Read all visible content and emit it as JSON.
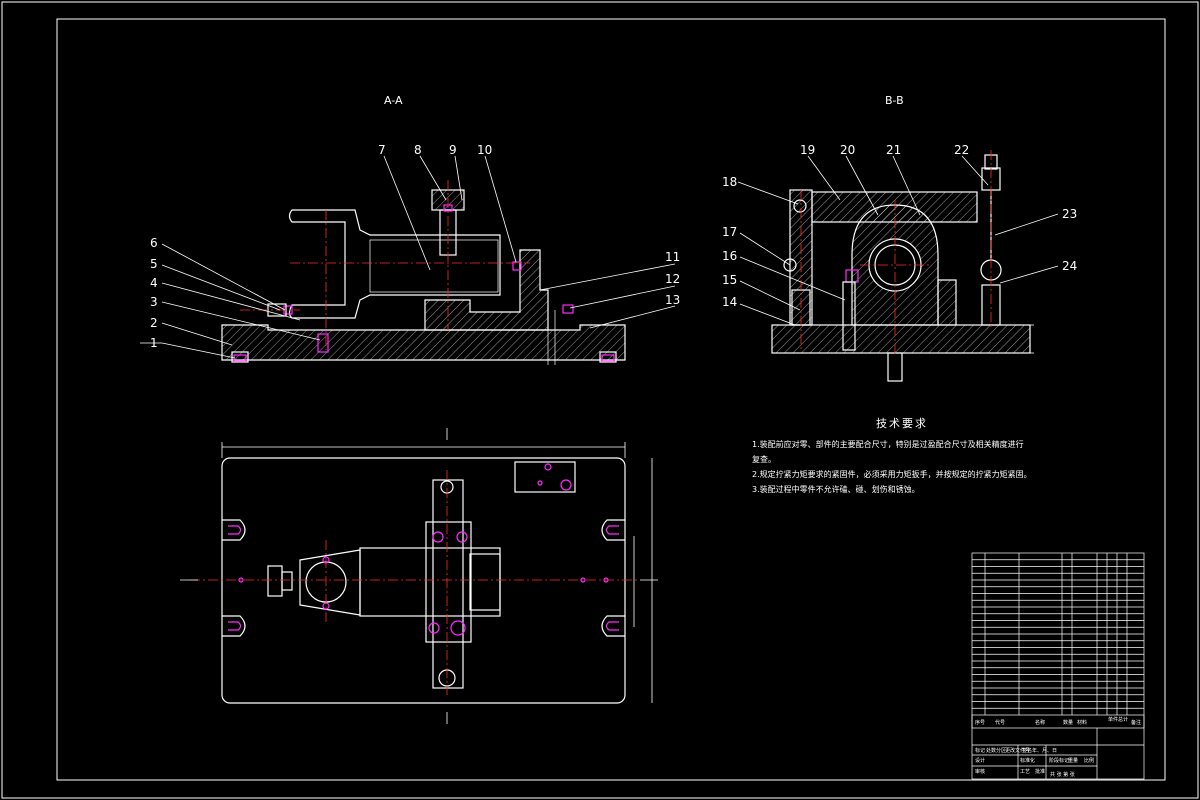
{
  "sections": {
    "aa_title": "A-A",
    "bb_title": "B-B"
  },
  "part_numbers_aa": [
    "1",
    "2",
    "3",
    "4",
    "5",
    "6",
    "7",
    "8",
    "9",
    "10",
    "11",
    "12",
    "13"
  ],
  "part_numbers_bb": [
    "14",
    "15",
    "16",
    "17",
    "18",
    "19",
    "20",
    "21",
    "22",
    "23",
    "24"
  ],
  "technical_requirements": {
    "title": "技术要求",
    "items": [
      "1.装配前应对零、部件的主要配合尺寸，特别是过盈配合尺寸及相关精度进行",
      "复查。",
      "2.规定拧紧力矩要求的紧固件，必须采用力矩扳手，并按规定的拧紧力矩紧固。",
      "3.装配过程中零件不允许磕、碰、划伤和锈蚀。"
    ]
  },
  "title_block": {
    "headers": [
      "序号",
      "代号",
      "名称",
      "数量",
      "材料",
      "单件",
      "总计",
      "备注"
    ],
    "sign_labels": [
      "标记",
      "处数",
      "分区",
      "更改文件号",
      "签名",
      "年、月、日",
      "设计",
      "标准化",
      "阶段标记",
      "重量",
      "比例",
      "审核",
      "工艺",
      "批准",
      "共 张 第 张"
    ]
  },
  "colors": {
    "background": "#000000",
    "outline": "#ffffff",
    "centerline": "#ff2a2a",
    "holes": "#ff2aff"
  }
}
